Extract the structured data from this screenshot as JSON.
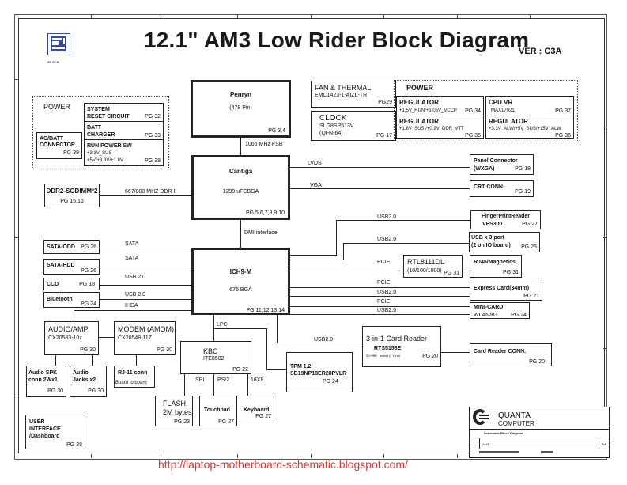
{
  "header": {
    "title": "12.1\" AM3  Low Rider  Block Diagram",
    "version": "VER : C3A",
    "logo_caption": "MB PCB",
    "logo_icon": "company-logo-icon"
  },
  "power_left": {
    "title": "POWER",
    "ac_batt": {
      "l1": "AC/BATT",
      "l2": "CONNECTOR",
      "pg": "PG 39"
    },
    "system_reset": {
      "l1": "SYSTEM",
      "l2": "RESET CIRCUIT",
      "pg": "PG 32"
    },
    "batt_charger": {
      "l1": "BATT",
      "l2": "CHARGER",
      "pg": "PG 33"
    },
    "run_power": {
      "l1": "RUN POWER SW",
      "l2": "+3.3V_SUS",
      "l3": "+5V/+3.3V/+1.8V",
      "pg": "PG 38"
    }
  },
  "penryn": {
    "name": "Penryn",
    "pins": "(478 Pin)",
    "pg": "PG 3,4"
  },
  "fsb_label": "1066 MHz FSB",
  "fan": {
    "l1": "FAN & THERMAL",
    "l2": "EMC1423-1-AIZL-TR",
    "pg": "PG29"
  },
  "clock": {
    "l1": "CLOCK",
    "l2": "SLG8SP513V",
    "l3": "(QFN-64)",
    "pg": "PG 17"
  },
  "power_right": {
    "title": "POWER",
    "reg1": {
      "l1": "REGULATOR",
      "l2": "+1.5V_RUN/+1.05V_VCCP",
      "pg": "PG 34"
    },
    "cpu_vr": {
      "l1": "CPU VR",
      "l2": "MAX17021",
      "pg": "PG 37"
    },
    "reg2": {
      "l1": "REGULATOR",
      "l2": "+1.8V_SUS /+0.9V_DDR_VTT",
      "pg": "PG 35"
    },
    "reg3": {
      "l1": "REGULATOR",
      "l2": "+3.3V_ALW/+5V_SUS/+15V_ALW",
      "pg": "PG 36"
    }
  },
  "cantiga": {
    "name": "Cantiga",
    "pkg": "1299 uFCBGA",
    "pg": "PG 5,6,7,8,9,10"
  },
  "ddr": {
    "l1": "DDR2-SODIMM*2",
    "pg": "PG 15,16",
    "bus": "667/800 MHZ DDR II"
  },
  "lvds_label": "LVDS",
  "vga_label": "VGA",
  "panel": {
    "l1": "Panel Connector",
    "l2": "(WXGA)",
    "pg": "PG 18"
  },
  "crt": {
    "l1": "CRT CONN.",
    "pg": "PG 19"
  },
  "dmi_label": "DMI interface",
  "ich": {
    "name": "ICH9-M",
    "pkg": "676 BGA",
    "pg": "PG 11,12,13,14"
  },
  "left_devices": [
    {
      "name": "SATA-ODD",
      "pg": "PG 26",
      "bus": "SATA"
    },
    {
      "name": "SATA-HDD",
      "pg": "PG 26",
      "bus": "SATA"
    },
    {
      "name": "CCD",
      "pg": "PG 18",
      "bus": "USB 2.0"
    },
    {
      "name": "Bluetooth",
      "pg": "PG 24",
      "bus": "USB 2.0"
    }
  ],
  "ihda_label": "IHDA",
  "fingerprint": {
    "l1": "FingerPrintReader",
    "l2": "VFS300",
    "pg": "PG 27",
    "bus": "USB2.0"
  },
  "usb3": {
    "l1": "USB x 3 port",
    "l2": "(2 on IO board)",
    "pg": "PG 25",
    "bus": "USB2.0"
  },
  "rtl": {
    "l1": "RTL8111DL",
    "l2": "(10/100/1000)",
    "pg": "PG 31",
    "bus": "PCIE"
  },
  "rj45": {
    "l1": "RJ45/Magnetics",
    "pg": "PG 31"
  },
  "express": {
    "l1": "Express Card(34mm)",
    "pg": "PG 21",
    "bus1": "PCIE",
    "bus2": "USB2.0"
  },
  "minicard": {
    "l1": "MINI-CARD",
    "l2": "WLAN/BT",
    "pg": "PG 24",
    "bus1": "PCIE",
    "bus2": "USB2.0"
  },
  "audio": {
    "l1": "AUDIO/AMP",
    "l2": "CX20583-10z",
    "pg": "PG 30"
  },
  "modem": {
    "l1": "MODEM (AMOM)",
    "l2": "CX20548-11Z",
    "pg": "PG 30"
  },
  "audio_spk": {
    "l1": "Audio  SPK",
    "l2": "conn 2Wx1",
    "pg": "PG 30"
  },
  "audio_jacks": {
    "l1": "Audio",
    "l2": "Jacks x2",
    "pg": "PG 30"
  },
  "rj11": {
    "l1": "RJ-11 conn",
    "l2": "Board to board"
  },
  "lpc_label": "LPC",
  "kbc": {
    "l1": "KBC",
    "l2": "ITE8502",
    "pg": "PG 22"
  },
  "kbc_buses": {
    "spi": "SPI",
    "ps2": "PS/2",
    "kb": "18X8"
  },
  "tpm": {
    "l1": "TPM 1.2",
    "l2": "SB19NP18ER28PVLR",
    "pg": "PG 24"
  },
  "card_reader": {
    "l1": "3-in-1 Card Reader",
    "l2": "RTS5158E",
    "l3": "SD/MMC memory Card",
    "pg": "PG 20",
    "bus": "USB2.0"
  },
  "card_conn": {
    "l1": "Card Reader CONN.",
    "pg": "PG 20"
  },
  "flash": {
    "l1": "FLASH",
    "l2": "2M bytes",
    "pg": "PG 23"
  },
  "touchpad": {
    "l1": "Touchpad",
    "pg": "PG 27"
  },
  "keyboard": {
    "l1": "Keyboard",
    "pg": "PG 27"
  },
  "user_if": {
    "l1": "USER",
    "l2": "INTERFACE",
    "l3": "/Dashboard",
    "pg": "PG 28"
  },
  "title_block": {
    "company1": "QUANTA",
    "company2": "COMPUTER",
    "doc_title": "Schematic Block Diagram",
    "model": "AM3",
    "rev": "1A"
  },
  "footer_url": "http://laptop-motherboard-schematic.blogspot.com/"
}
